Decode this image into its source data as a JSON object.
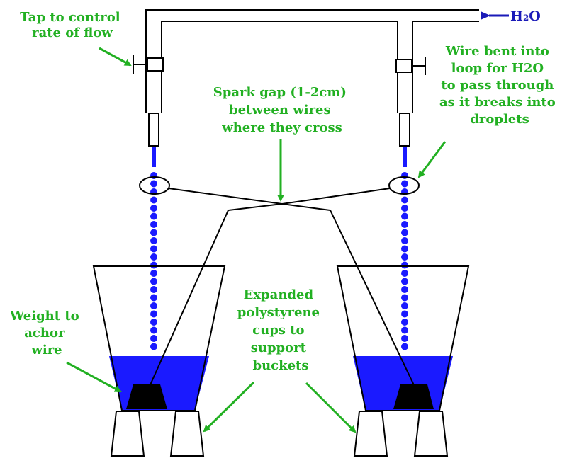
{
  "colors": {
    "label_green": "#22b022",
    "water_blue": "#1a1ab8",
    "bucket_water": "#1a1aff",
    "line": "#000000"
  },
  "water_label": "H₂O",
  "labels": {
    "tap": [
      "Tap to control",
      "rate of flow"
    ],
    "spark_gap": [
      "Spark gap (1-2cm)",
      "between wires",
      "where they cross"
    ],
    "wire_loop": [
      "Wire bent into",
      "loop for H2O",
      "to pass through",
      "as it breaks into",
      "droplets"
    ],
    "weight": [
      "Weight to",
      "achor",
      "wire"
    ],
    "cups": [
      "Expanded",
      "polystyrene",
      "cups to",
      "support",
      "buckets"
    ]
  }
}
